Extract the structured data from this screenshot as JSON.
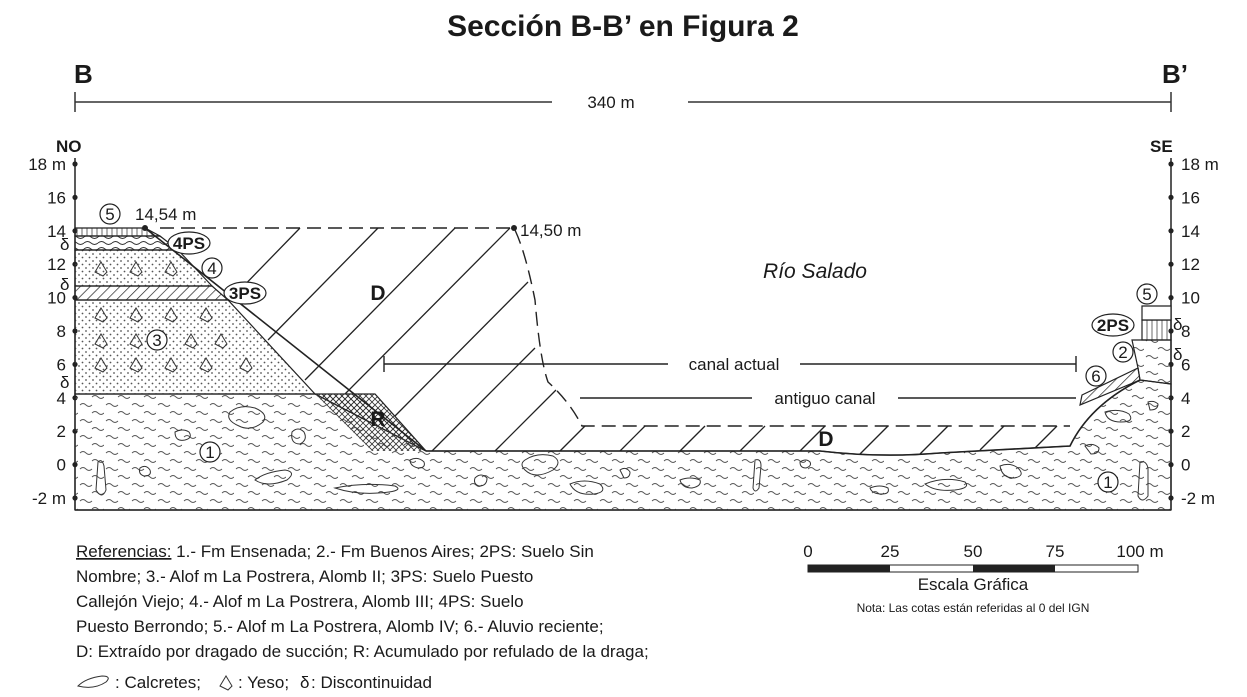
{
  "title": "Sección B-B’ en Figura 2",
  "ends": {
    "left": "B",
    "right": "B’"
  },
  "distance": "340 m",
  "directions": {
    "left": "NO",
    "right": "SE"
  },
  "axis": {
    "left_ticks": [
      "18 m",
      "16",
      "14",
      "12",
      "10",
      "8",
      "6",
      "4",
      "2",
      "0",
      "-2 m"
    ],
    "right_ticks": [
      "18 m",
      "16",
      "14",
      "12",
      "10",
      "8",
      "6",
      "4",
      "2",
      "0",
      "-2 m"
    ]
  },
  "elevations": {
    "left": "14,54 m",
    "mid": "14,50 m"
  },
  "units": {
    "u1": "1",
    "u1b": "1",
    "u2": "2",
    "u3": "3",
    "u4": "4",
    "u5": "5",
    "u5b": "5",
    "u6": "6",
    "ps2": "2PS",
    "ps3": "3PS",
    "ps4": "4PS",
    "d_upper": "D",
    "d_lower": "D",
    "r": "R",
    "delta": "δ"
  },
  "river": "Río  Salado",
  "channels": {
    "actual": "canal actual",
    "antiguo": "antiguo canal"
  },
  "scale": {
    "labels": [
      "0",
      "25",
      "50",
      "75",
      "100 m"
    ],
    "caption": "Escala Gráfica"
  },
  "note": "Nota: Las cotas están referidas al 0 del IGN",
  "references": {
    "heading": "Referencias:",
    "lines": [
      " 1.- Fm  Ensenada; 2.- Fm  Buenos Aires; 2PS: Suelo Sin",
      "Nombre; 3.- Alof m  La Postrera, Alomb II; 3PS: Suelo Puesto",
      "Callejón Viejo; 4.- Alof m  La Postrera, Alomb III; 4PS: Suelo",
      "Puesto Berrondo; 5.- Alof m  La Postrera, Alomb IV; 6.- Aluvio reciente;",
      "D: Extraído por dragado de succión; R: Acumulado por refulado de la draga;"
    ],
    "last_line": {
      "calcretes": ": Calcretes;",
      "yeso": ": Yeso;",
      "delta": "δ",
      "discontinuidad": ":  Discontinuidad"
    }
  }
}
